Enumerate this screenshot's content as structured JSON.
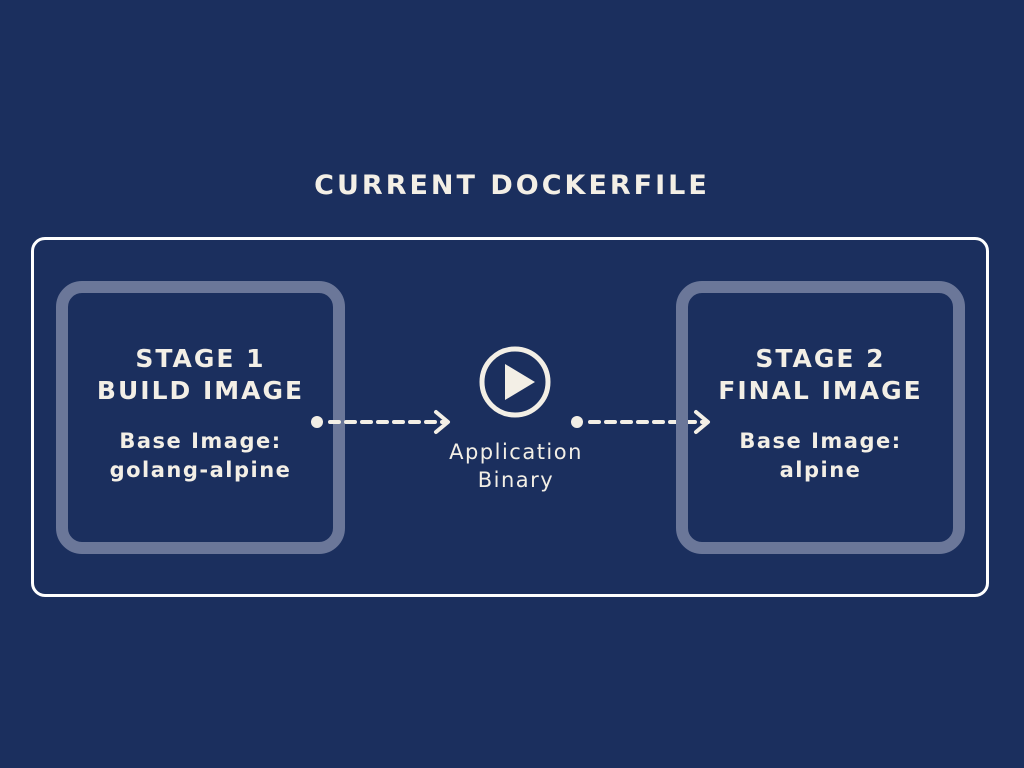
{
  "title": "CURRENT DOCKERFILE",
  "stages": [
    {
      "heading_line1": "STAGE 1",
      "heading_line2": "BUILD IMAGE",
      "base_line1": "Base Image:",
      "base_line2": "golang-alpine"
    },
    {
      "heading_line1": "STAGE 2",
      "heading_line2": "FINAL IMAGE",
      "base_line1": "Base Image:",
      "base_line2": "alpine"
    }
  ],
  "artifact": {
    "line1": "Application",
    "line2": "Binary",
    "icon": "play-icon"
  },
  "colors": {
    "background": "#1b2f5e",
    "text": "#f3efe6",
    "frame": "#ffffff",
    "stage_border": "#6b7799"
  }
}
